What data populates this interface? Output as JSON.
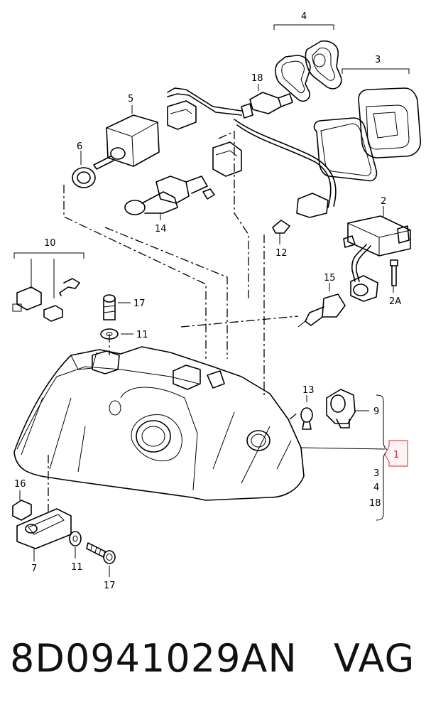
{
  "callouts": {
    "c1": "1",
    "c2": "2",
    "c2a": "2A",
    "c3": "3",
    "c4": "4",
    "c5": "5",
    "c6": "6",
    "c7": "7",
    "c9": "9",
    "c10": "10",
    "c11a": "11",
    "c11b": "11",
    "c12": "12",
    "c13": "13",
    "c14": "14",
    "c15": "15",
    "c16": "16",
    "c17a": "17",
    "c17b": "17",
    "c18": "18"
  },
  "assembly_list": [
    "3",
    "4",
    "18"
  ],
  "footer": {
    "part_number": "8D0941029AN",
    "brand": "VAG"
  },
  "colors": {
    "highlight": "#e05050"
  }
}
